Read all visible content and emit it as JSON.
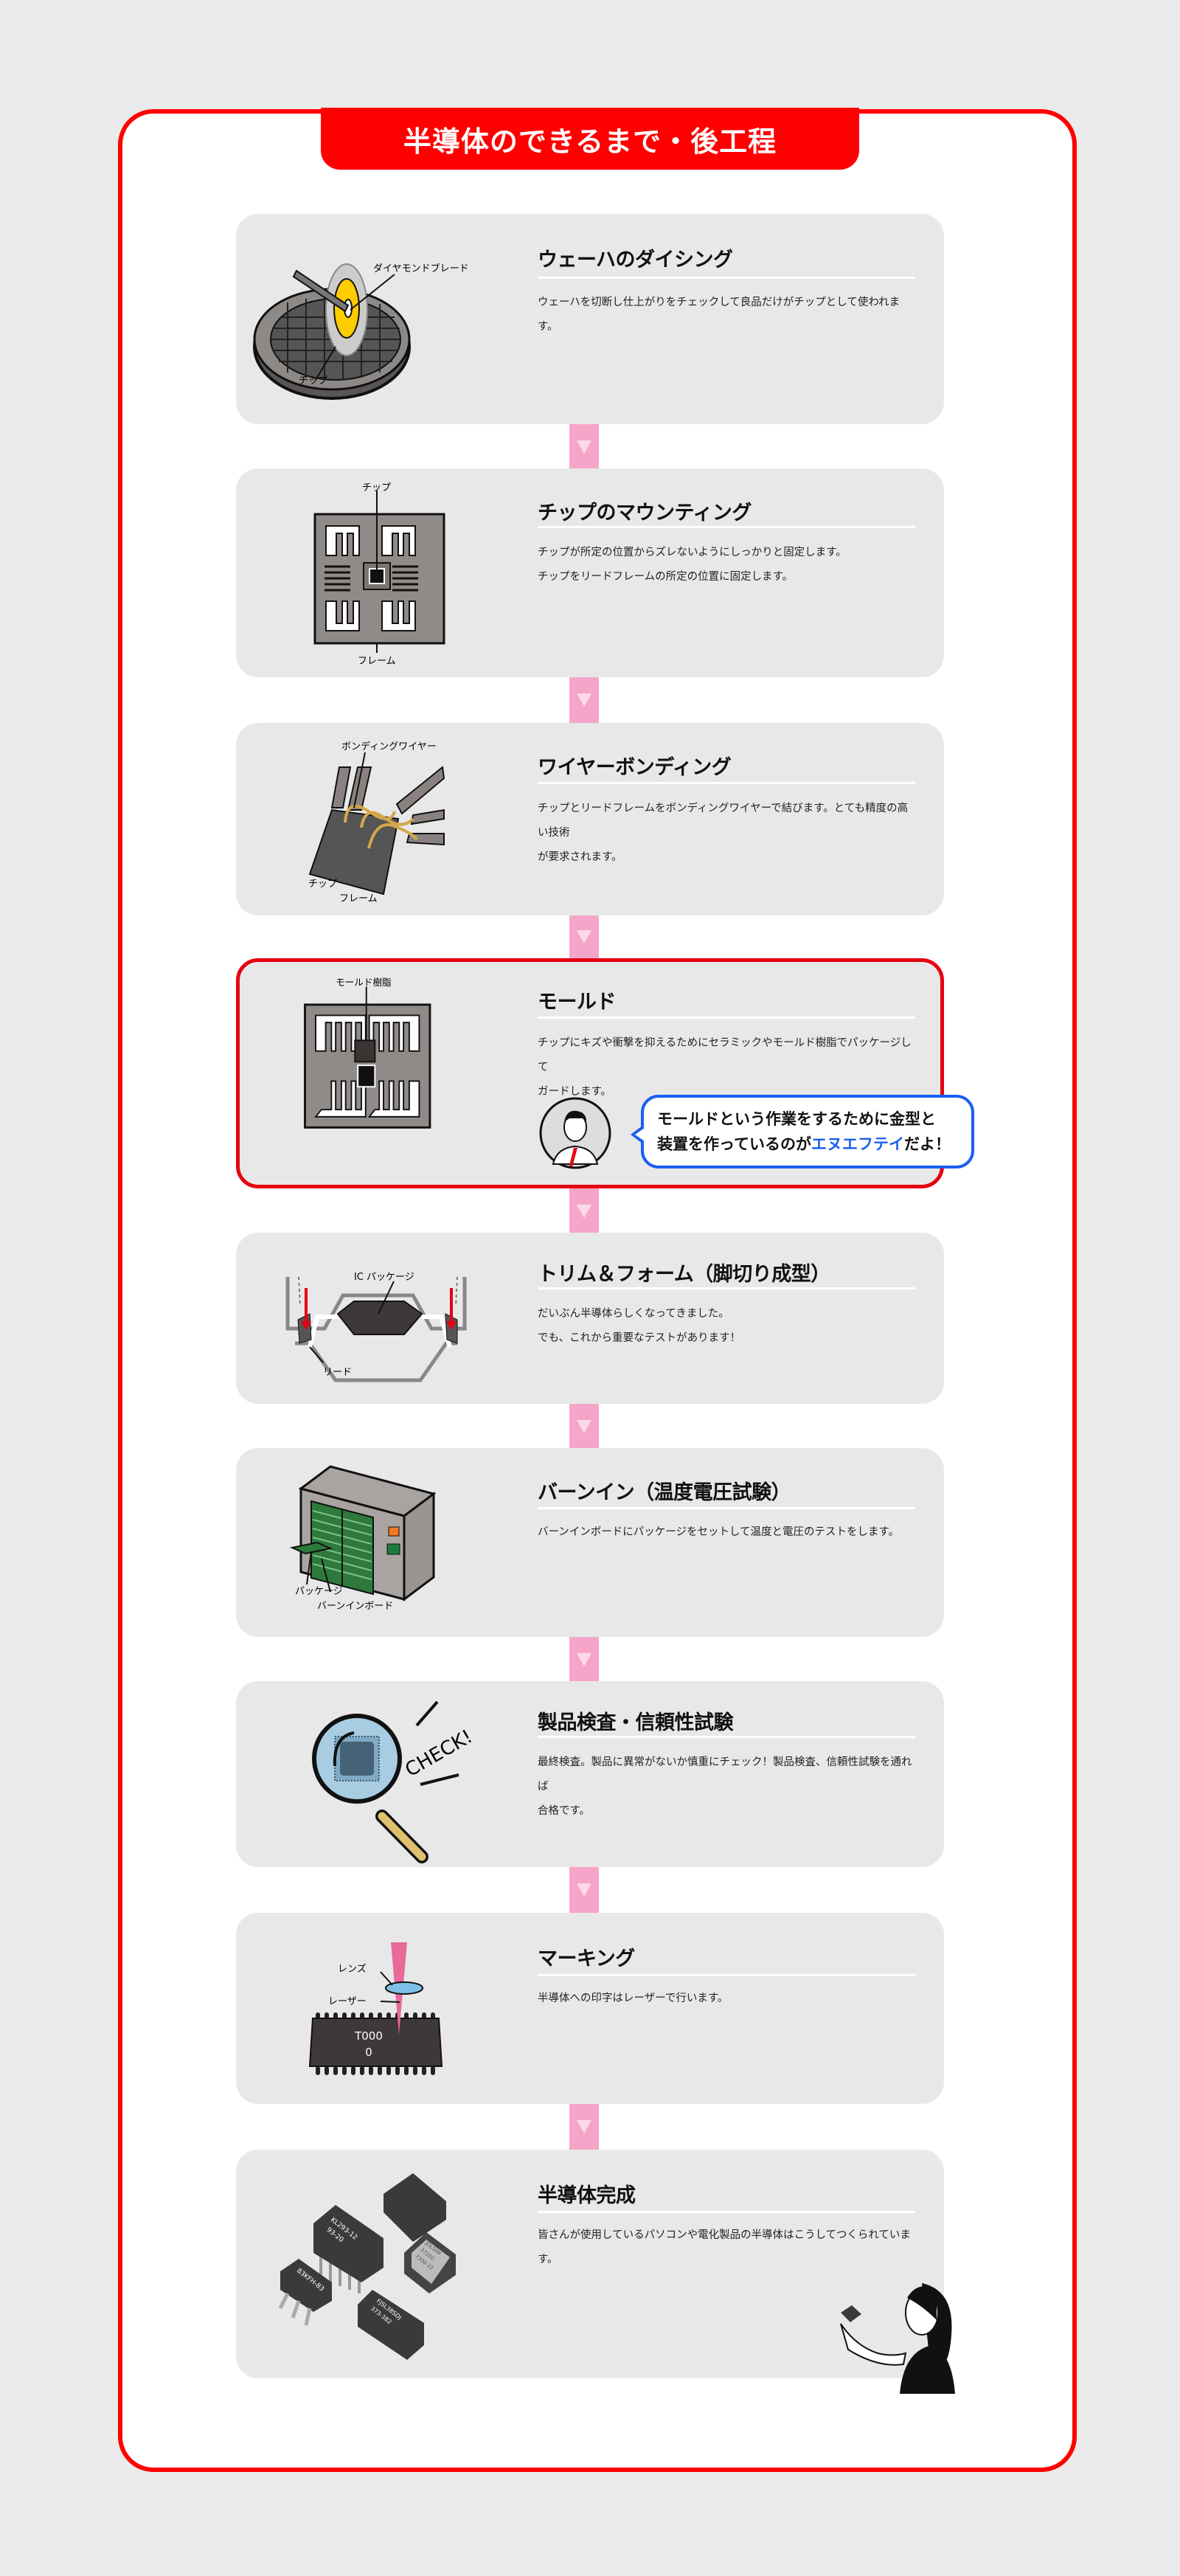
{
  "header": {
    "title": "半導体のできるまで・後工程"
  },
  "colors": {
    "accent": "#ff0000",
    "connector": "#f5a6c8",
    "card_bg": "#e8e8e8",
    "bubble_border": "#1a5ff0"
  },
  "steps": [
    {
      "title": "ウェーハのダイシング",
      "lines": [
        "ウェーハを切断し仕上がりをチェックして良品だけがチップとして使われます。"
      ],
      "labels": [
        "ダイヤモンドブレード",
        "チップ"
      ]
    },
    {
      "title": "チップのマウンティング",
      "lines": [
        "チップが所定の位置からズレないようにしっかりと固定します。",
        "チップをリードフレームの所定の位置に固定します。"
      ],
      "labels": [
        "チップ",
        "フレーム"
      ]
    },
    {
      "title": "ワイヤーボンディング",
      "lines": [
        "チップとリードフレームをボンディングワイヤーで結びます。とても精度の高い技術",
        "が要求されます。"
      ],
      "labels": [
        "ボンディングワイヤー",
        "チップ",
        "フレーム"
      ]
    },
    {
      "title": "モールド",
      "lines": [
        "チップにキズや衝撃を抑えるためにセラミックやモールド樹脂でパッケージして",
        "ガードします。"
      ],
      "labels": [
        "モールド樹脂"
      ],
      "bubble": {
        "line1": "モールドという作業をするために金型と",
        "line2_pre": "装置を作っているのが",
        "brand": "エヌエフテイ",
        "line2_post": "だよ！"
      }
    },
    {
      "title": "トリム＆フォーム（脚切り成型）",
      "lines": [
        "だいぶん半導体らしくなってきました。",
        "でも、これから重要なテストがあります！"
      ],
      "labels": [
        "IC パッケージ",
        "リード"
      ]
    },
    {
      "title": "バーンイン（温度電圧試験）",
      "lines": [
        "バーンインボードにパッケージをセットして温度と電圧のテストをします。"
      ],
      "labels": [
        "パッケージ",
        "バーンインボード"
      ]
    },
    {
      "title": "製品検査・信頼性試験",
      "lines": [
        "最終検査。製品に異常がないか慎重にチェック！製品検査、信頼性試験を通れば",
        "合格です。"
      ],
      "labels": [
        "CHECK!"
      ]
    },
    {
      "title": "マーキング",
      "lines": [
        "半導体への印字はレーザーで行います。"
      ],
      "labels": [
        "レンズ",
        "レーザー",
        "T000",
        "0"
      ]
    },
    {
      "title": "半導体完成",
      "lines": [
        "皆さんが使用しているパソコンや電化製品の半導体はこうしてつくられていま",
        "す。"
      ],
      "labels": [
        "KL293-12",
        "93-20",
        "83KFH-83",
        "JDLSIW",
        "37202",
        "7300-22",
        "FJSL38SDJ",
        "373-382"
      ]
    }
  ]
}
